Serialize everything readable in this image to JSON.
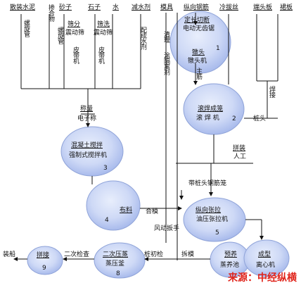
{
  "materials": {
    "bulk_cement": "散装水泥",
    "admixture": "掺合物",
    "sand": "砂子",
    "stone": "石子",
    "water": "水",
    "water_reducer": "减水剂",
    "mold": "模具",
    "rebar": "纵向钢筋",
    "cold_drawn_wire": "冷拔丝",
    "end_plate": "端头板",
    "skirt_plate": "裙板"
  },
  "equipment": {
    "screw_conveyor_1": "螺旋管",
    "screw_conveyor_2": "螺旋管",
    "vib_screen_sift": "筛分",
    "vib_screen_1": "震动筛",
    "vib_screen_wash": "筛洗",
    "vib_screen_2": "震动筛",
    "belt_conveyor_1": "皮带机",
    "belt_conveyor_2": "皮带机",
    "prepare_water": "配成水剂",
    "clean": "清理",
    "release_agent": "涂隔离剂",
    "main_rebar": "主筋",
    "weld": "焊接",
    "pile_head": "桩头"
  },
  "steps": {
    "s1_title": "定长切断",
    "s1_sub": "电动无齿锯",
    "s1_a": "镦头",
    "s1_b": "镦头机",
    "s1_num": "1",
    "s2_title": "滚焊成笼",
    "s2_sub": "滚 焊 机",
    "s2_num": "2",
    "weighing": "称量",
    "scale": "电子称",
    "s3_title": "混凝土搅拌",
    "s3_sub": "强制式搅拌机",
    "s3_num": "3",
    "assembly": "拼装",
    "worker": "人工",
    "cage": "带桩头钢筋笼",
    "s4_text": "布料",
    "s4_num": "4",
    "close_mold": "合模",
    "s5_title": "纵向张拉",
    "s5_sub": "油压张拉机",
    "s5_num": "5",
    "wind_wrench": "风动扳手",
    "s9_text": "拼接",
    "s9_num": "9",
    "shipping": "装船",
    "second_inspect": "二次检查",
    "s8_title": "二次压蒸",
    "s8_sub": "蒸压釜",
    "s8_num": "8",
    "pile_check": "桩初检",
    "demold": "拆模",
    "s7_title": "预养",
    "s7_sub": "蒸养池",
    "s6_title": "成型",
    "s6_sub": "离心机"
  },
  "source_note": "来源：中经纵横"
}
